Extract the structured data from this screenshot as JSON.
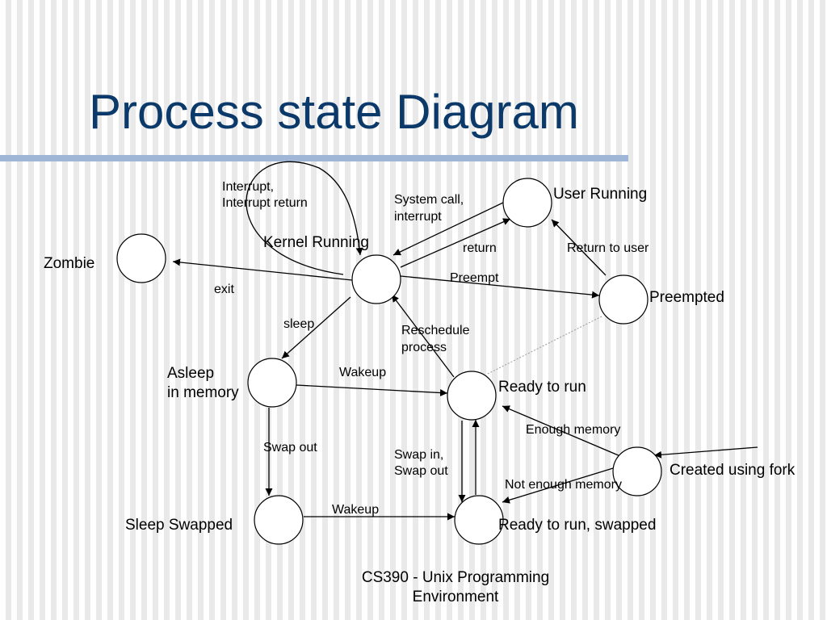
{
  "title": "Process state Diagram",
  "states": {
    "kernel_running": "Kernel Running",
    "user_running": "User Running",
    "zombie": "Zombie",
    "preempted": "Preempted",
    "asleep_line1": "Asleep",
    "asleep_line2": "in memory",
    "ready_to_run": "Ready to run",
    "created": "Created using fork",
    "sleep_swapped": "Sleep Swapped",
    "ready_swapped": "Ready to run, swapped"
  },
  "transitions": {
    "interrupt_line1": "Interrupt,",
    "interrupt_line2": "Interrupt return",
    "system_call_line1": "System call,",
    "system_call_line2": "interrupt",
    "return": "return",
    "return_to_user": "Return to user",
    "preempt": "Preempt",
    "exit": "exit",
    "sleep": "sleep",
    "reschedule_line1": "Reschedule",
    "reschedule_line2": "process",
    "wakeup_memory": "Wakeup",
    "enough_memory": "Enough memory",
    "swap_out": "Swap out",
    "swap_in_line1": "Swap in,",
    "swap_in_line2": "Swap out",
    "not_enough_memory": "Not enough memory",
    "wakeup_swapped": "Wakeup"
  },
  "footer": {
    "line1": "CS390 - Unix Programming",
    "line2": "Environment"
  }
}
